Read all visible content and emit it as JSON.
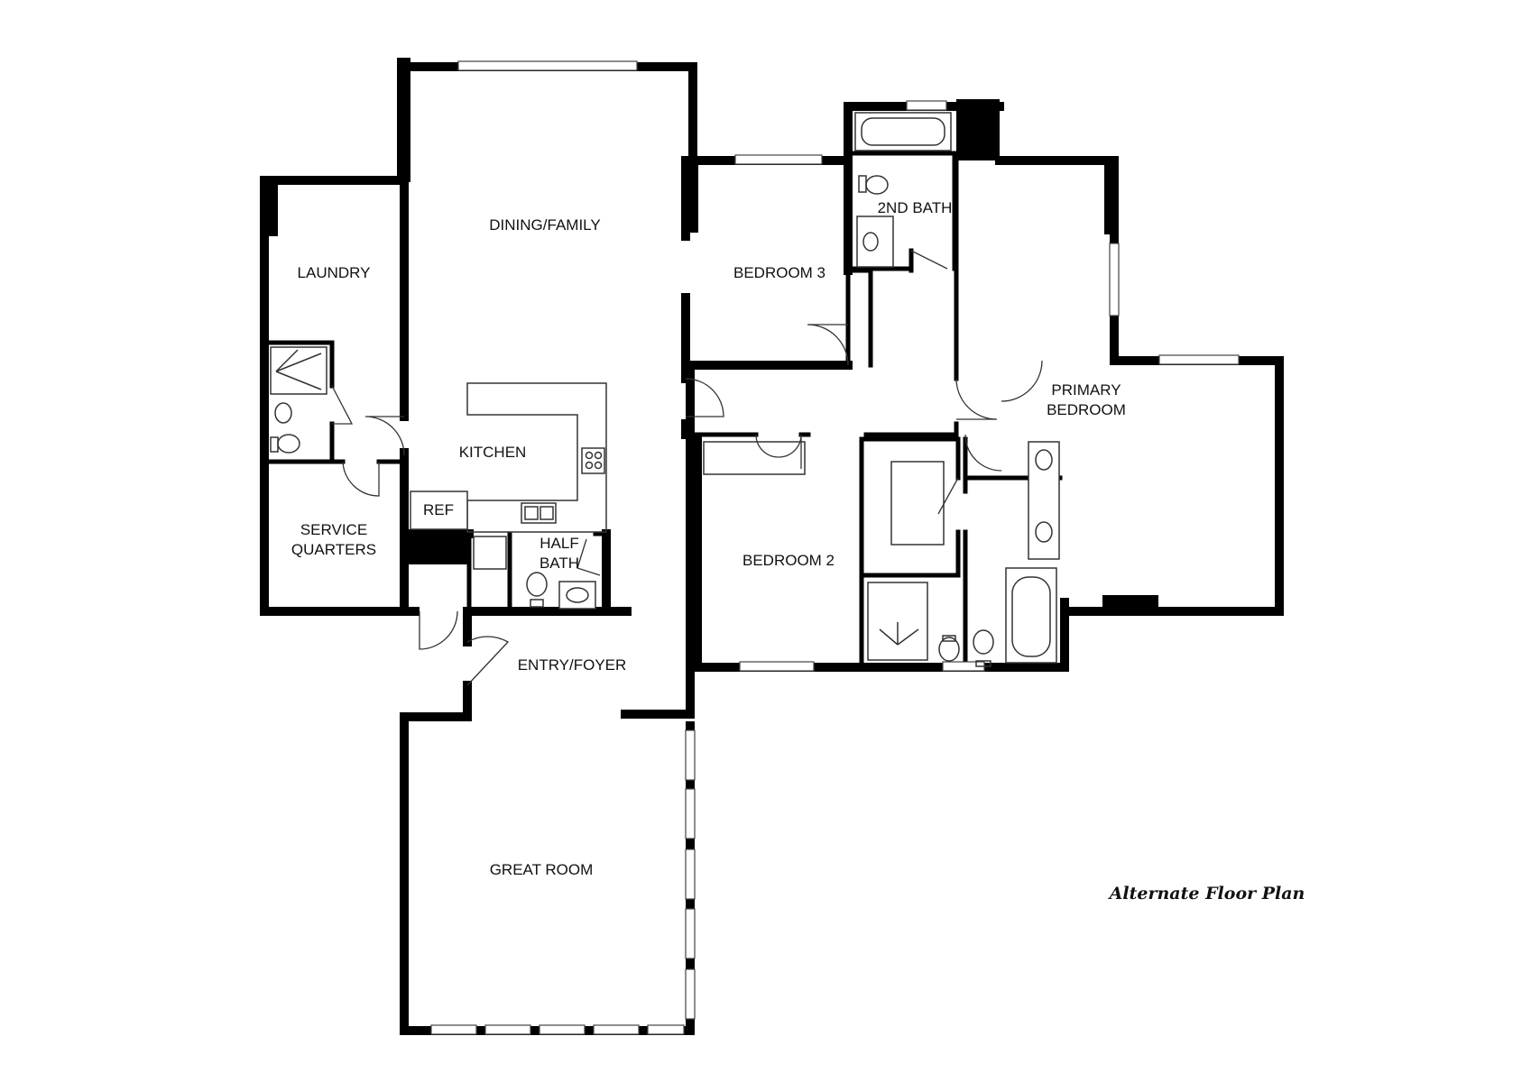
{
  "caption": "Alternate Floor Plan",
  "rooms": {
    "dining_family": "DINING/FAMILY",
    "laundry": "LAUNDRY",
    "kitchen": "KITCHEN",
    "ref": "REF",
    "service_quarters": [
      "SERVICE",
      "QUARTERS"
    ],
    "half_bath": [
      "HALF",
      "BATH"
    ],
    "entry_foyer": "ENTRY/FOYER",
    "great_room": "GREAT ROOM",
    "bedroom_3": "BEDROOM 3",
    "second_bath": "2ND BATH",
    "primary_bedroom": [
      "PRIMARY",
      "BEDROOM"
    ],
    "bedroom_2": "BEDROOM 2"
  },
  "colors": {
    "walls": "#000000",
    "background": "#ffffff",
    "text": "#111111"
  }
}
